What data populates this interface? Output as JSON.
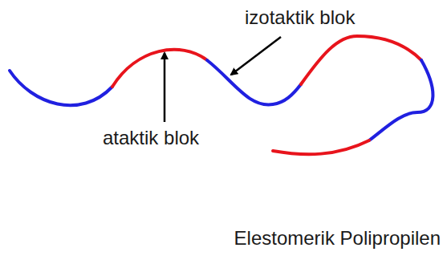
{
  "diagram": {
    "caption": "Elestomerik Polipropilen",
    "labels": [
      "izotaktik blok",
      "ataktik blok"
    ]
  }
}
